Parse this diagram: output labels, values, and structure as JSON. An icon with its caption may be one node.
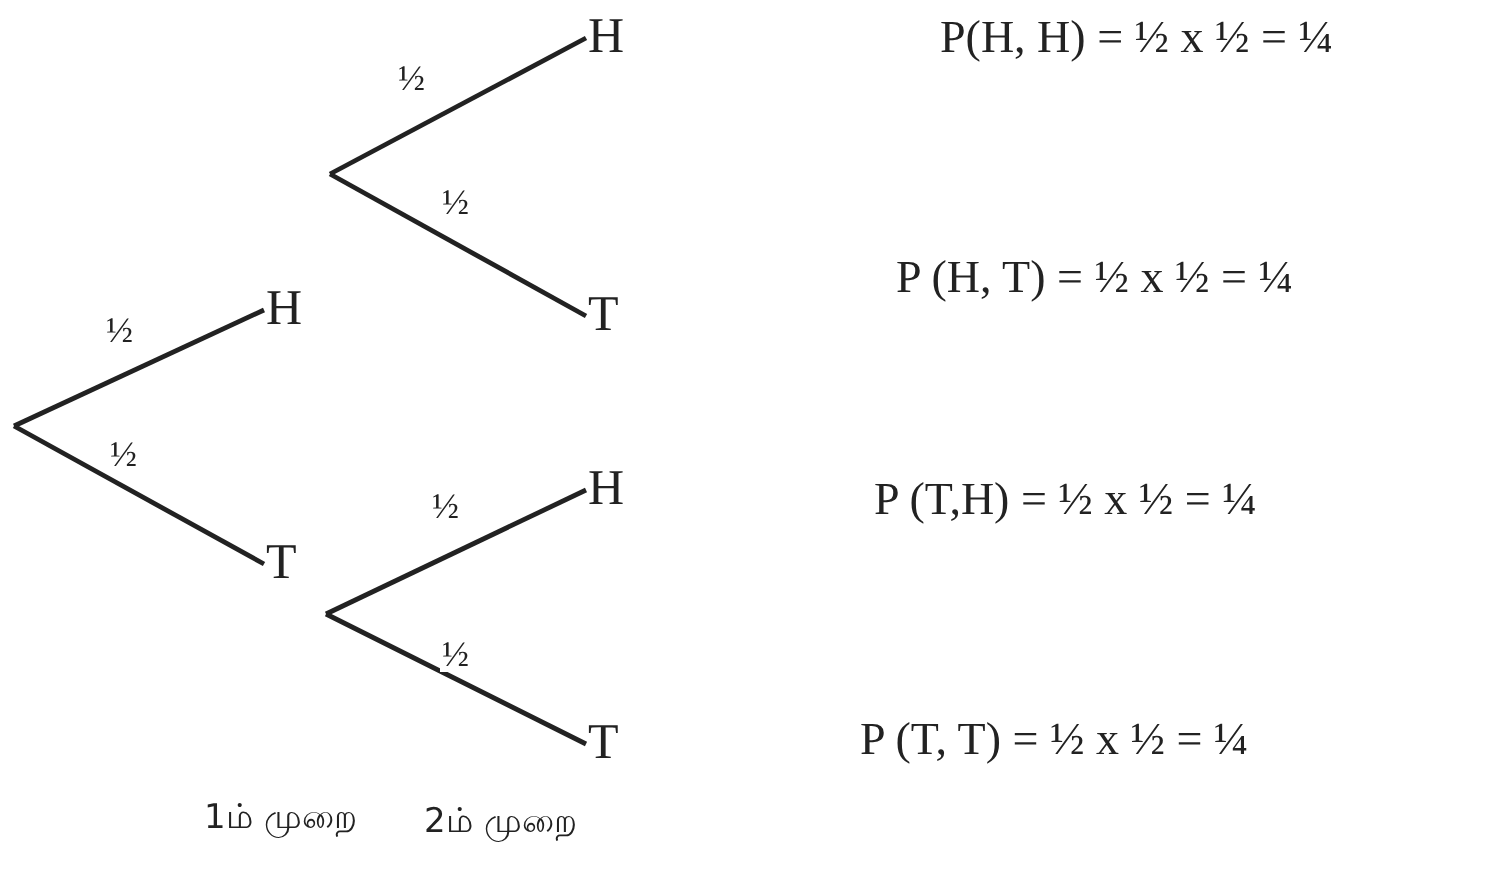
{
  "diagram": {
    "nodes": [
      {
        "text": [
          "H"
        ]
      },
      {
        "text": [
          "T"
        ]
      },
      {
        "text": [
          "H"
        ]
      },
      {
        "text": [
          "T"
        ]
      },
      {
        "text": [
          "H"
        ]
      },
      {
        "text": [
          "T"
        ]
      }
    ],
    "edges": [
      {
        "from": null,
        "to": 0,
        "arrow": "none",
        "label": "½"
      },
      {
        "from": null,
        "to": 1,
        "arrow": "none",
        "label": "½"
      },
      {
        "from": null,
        "to": 2,
        "arrow": "none",
        "label": "½"
      },
      {
        "from": null,
        "to": 3,
        "arrow": "none",
        "label": "½"
      },
      {
        "from": null,
        "to": 4,
        "arrow": "none",
        "label": "½"
      },
      {
        "from": null,
        "to": 5,
        "arrow": "none",
        "label": "½"
      }
    ],
    "labels": [
      "P(H, H) = ½ x ½ = ¼",
      "P (H, T) = ½ x ½ = ¼",
      "P (T,H) = ½ x ½ = ¼",
      "P (T, T) = ½ x ½ = ¼",
      "1ம் முறை",
      "2ம் முறை"
    ]
  }
}
